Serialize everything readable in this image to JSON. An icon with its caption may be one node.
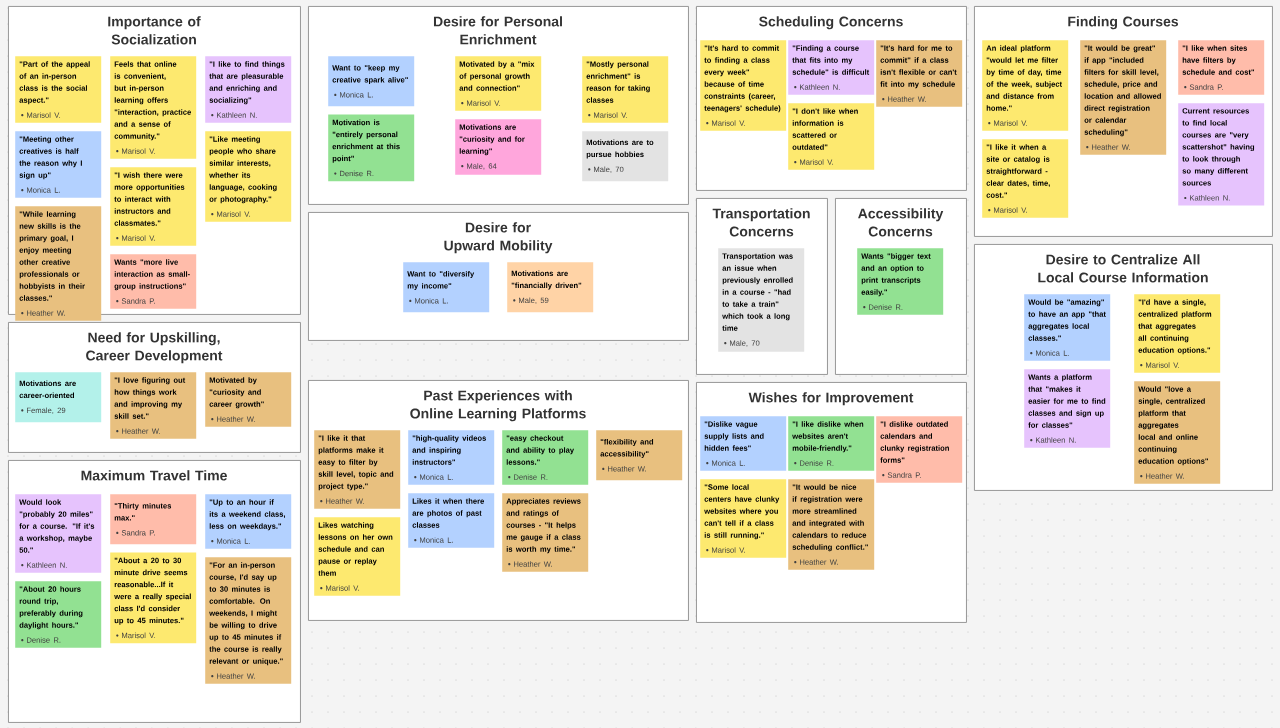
{
  "diagram": {
    "nodes": [
      {
        "text": [
          "Importance of Socialization"
        ]
      },
      {
        "text": [
          "\"Part of the appeal of an in-person class is the social aspect.\"",
          "Marisol V."
        ],
        "in": 0
      },
      {
        "text": [
          "Feels that online is convenient, but in-person learning offers \"interaction, practice and a sense of community.\"",
          "Marisol V."
        ],
        "in": 0
      },
      {
        "text": [
          "\"I like to find things that are pleasurable and enriching and socializing\"",
          "Kathleen N."
        ],
        "in": 0
      },
      {
        "text": [
          "\"Meeting other creatives is half the reason why I sign up\"",
          "Monica L."
        ],
        "in": 0
      },
      {
        "text": [
          "\"I wish there were more opportunities to interact with instructors and classmates.\"",
          "Marisol V."
        ],
        "in": 0
      },
      {
        "text": [
          "\"Like meeting people who share similar interests, whether its language, cooking or photography.\"",
          "Marisol V."
        ],
        "in": 0
      },
      {
        "text": [
          "\"While learning new skills is the primary goal, I enjoy meeting other creative professionals or hobbyists in their classes.\"",
          "Heather W."
        ],
        "in": 0
      },
      {
        "text": [
          "Wants \"more live interaction as small-group instructions\"",
          "Sandra P."
        ],
        "in": 0
      },
      {
        "text": [
          "Desire for Personal Enrichment"
        ]
      },
      {
        "text": [
          "Want to \"keep my creative spark alive\"",
          "Monica L."
        ],
        "in": 9
      },
      {
        "text": [
          "Motivated by a \"mix of personal growth and connection\"",
          "Marisol V."
        ],
        "in": 9
      },
      {
        "text": [
          "\"Mostly personal enrichment\" is reason for taking classes",
          "Marisol V."
        ],
        "in": 9
      },
      {
        "text": [
          "Motivation is \"entirely personal enrichment at this point\"",
          "Denise R."
        ],
        "in": 9
      },
      {
        "text": [
          "Motivations are \"curiosity and for learning\"",
          "Male, 64"
        ],
        "in": 9
      },
      {
        "text": [
          "Motivations are to pursue hobbies",
          "Male, 70"
        ],
        "in": 9
      },
      {
        "text": [
          "Scheduling Concerns"
        ]
      },
      {
        "text": [
          "\"It's hard to commit to finding a class every week\" because of time constraints (career, teenagers' schedule)",
          "Marisol V."
        ],
        "in": 16
      },
      {
        "text": [
          "\"Finding a course that fits into my schedule\" is difficult",
          "Kathleen N."
        ],
        "in": 16
      },
      {
        "text": [
          "\"It's hard for me to commit\" if a class isn't flexible or can't fit into my schedule",
          "Heather W."
        ],
        "in": 16
      },
      {
        "text": [
          "\"I don't like when information is scattered or outdated\"",
          "Marisol V."
        ],
        "in": 16
      },
      {
        "text": [
          "Finding Courses"
        ]
      },
      {
        "text": [
          "An ideal platform \"would let me filter by time of day, time of the week, subject and distance from home.\"",
          "Marisol V."
        ],
        "in": 21
      },
      {
        "text": [
          "\"It would be great\" if app \"included filters for skill level, schedule, price and location and allowed direct registration or calendar scheduling\"",
          "Heather W."
        ],
        "in": 21
      },
      {
        "text": [
          "\"I like when sites have filters by schedule and cost\"",
          "Sandra P."
        ],
        "in": 21
      },
      {
        "text": [
          "\"I like it when a site or catalog is straightforward - clear dates, time, cost.\"",
          "Marisol V."
        ],
        "in": 21
      },
      {
        "text": [
          "Current resources to find local courses are \"very scattershot\" having to look through so many different sources",
          "Kathleen N."
        ],
        "in": 21
      },
      {
        "text": [
          "Need for Upskilling, Career Development"
        ]
      },
      {
        "text": [
          "Motivations are career-oriented",
          "Female, 29"
        ],
        "in": 27
      },
      {
        "text": [
          "\"I love figuring out how things work and improving my skill set.\"",
          "Heather W."
        ],
        "in": 27
      },
      {
        "text": [
          "Motivated by \"curiosity and career growth\"",
          "Heather W."
        ],
        "in": 27
      },
      {
        "text": [
          "Desire for Upward Mobility"
        ]
      },
      {
        "text": [
          "Want to \"diversify my income\"",
          "Monica L."
        ],
        "in": 31
      },
      {
        "text": [
          "Motivations are \"financially driven\"",
          "Male, 59"
        ],
        "in": 31
      },
      {
        "text": [
          "Transportation Concerns"
        ]
      },
      {
        "text": [
          "Transportation was an issue when previously enrolled in a course - \"had to take a train\" which took a long time",
          "Male, 70"
        ],
        "in": 34
      },
      {
        "text": [
          "Accessibility Concerns"
        ]
      },
      {
        "text": [
          "Wants \"bigger text and an option to print transcripts easily.\"",
          "Denise R."
        ],
        "in": 36
      },
      {
        "text": [
          "Desire to Centralize All Local Course Information"
        ]
      },
      {
        "text": [
          "Would be \"amazing\" to have an app \"that aggregates local classes.\"",
          "Monica L."
        ],
        "in": 38
      },
      {
        "text": [
          "\"I'd have a single, centralized platform that aggregates all continuing education options.\"",
          "Marisol V."
        ],
        "in": 38
      },
      {
        "text": [
          "Wants a platform that \"makes it easier for me to find classes and sign up for classes\"",
          "Kathleen N."
        ],
        "in": 38
      },
      {
        "text": [
          "Would \"love a single, centralized platform that aggregates local and online continuing education options\"",
          "Heather W."
        ],
        "in": 38
      },
      {
        "text": [
          "Maximum Travel Time"
        ]
      },
      {
        "text": [
          "Would look \"probably 20 miles\" for a course. \"If it's a workshop, maybe 50.\"",
          "Kathleen N."
        ],
        "in": 43
      },
      {
        "text": [
          "\"Thirty minutes max.\"",
          "Sandra P."
        ],
        "in": 43
      },
      {
        "text": [
          "\"Up to an hour if its a weekend class, less on weekdays.\"",
          "Monica L."
        ],
        "in": 43
      },
      {
        "text": [
          "\"About 20 hours round trip, preferably during daylight hours.\"",
          "Denise R."
        ],
        "in": 43
      },
      {
        "text": [
          "\"About a 20 to 30 minute drive seems reasonable...If it were a really special class I'd consider up to 45 minutes.\"",
          "Marisol V."
        ],
        "in": 43
      },
      {
        "text": [
          "\"For an in-person course, I'd say up to 30 minutes is comfortable. On weekends, I might be willing to drive up to 45 minutes if the course is really relevant or unique.\"",
          "Heather W."
        ],
        "in": 43
      },
      {
        "text": [
          "Past Experiences with Online Learning Platforms"
        ]
      },
      {
        "text": [
          "\"I like it that platforms make it easy to filter by skill level, topic and project type.\"",
          "Heather W."
        ],
        "in": 50
      },
      {
        "text": [
          "\"high-quality videos and inspiring instructors\"",
          "Monica L."
        ],
        "in": 50
      },
      {
        "text": [
          "\"easy checkout and ability to play lessons.\"",
          "Denise R."
        ],
        "in": 50
      },
      {
        "text": [
          "\"flexibility and accessibility\"",
          "Heather W."
        ],
        "in": 50
      },
      {
        "text": [
          "Likes watching lessons on her own schedule and can pause or replay them",
          "Marisol V."
        ],
        "in": 50
      },
      {
        "text": [
          "Likes it when there are photos of past classes",
          "Monica L."
        ],
        "in": 50
      },
      {
        "text": [
          "Appreciates reviews and ratings of courses - \"It helps me gauge if a class is worth my time.\"",
          "Heather W."
        ],
        "in": 50
      },
      {
        "text": [
          "Wishes for Improvement"
        ]
      },
      {
        "text": [
          "\"Dislike vague supply lists and hidden fees\"",
          "Monica L."
        ],
        "in": 58
      },
      {
        "text": [
          "\"I like dislike when websites aren't mobile-friendly.\"",
          "Denise R."
        ],
        "in": 58
      },
      {
        "text": [
          "\"I dislike outdated calendars and clunky registration forms\"",
          "Sandra P."
        ],
        "in": 58
      },
      {
        "text": [
          "\"Some local centers have clunky websites where you can't tell if a class is still running.\"",
          "Marisol V."
        ],
        "in": 58
      },
      {
        "text": [
          "\"It would be nice if registration were more streamlined and integrated with calendars to reduce scheduling conflict.\"",
          "Heather W."
        ],
        "in": 58
      }
    ]
  }
}
